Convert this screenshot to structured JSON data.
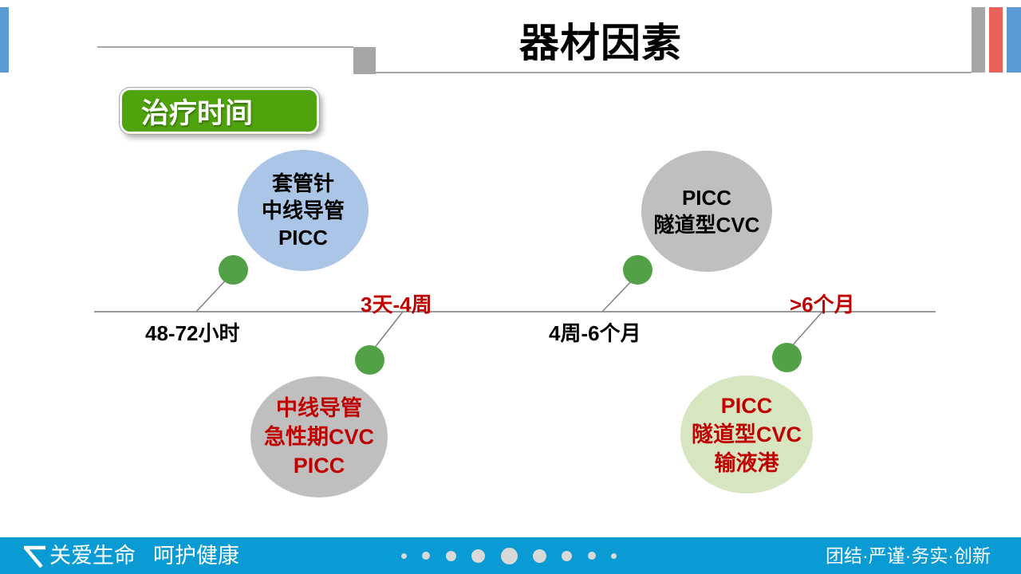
{
  "header": {
    "title": "器材因素"
  },
  "badge": {
    "label": "治疗时间"
  },
  "nodes": [
    {
      "id": "top-left",
      "lines": [
        "套管针",
        "中线导管",
        "PICC"
      ],
      "fill": "#aac5e5",
      "text_color": "#000000"
    },
    {
      "id": "top-right",
      "lines": [
        "PICC",
        "隧道型CVC"
      ],
      "fill": "#bfbfbf",
      "text_color": "#000000"
    },
    {
      "id": "bottom-left",
      "lines": [
        "中线导管",
        "急性期CVC",
        "PICC"
      ],
      "fill": "#bfbfbf",
      "text_color": "#c00000"
    },
    {
      "id": "bottom-right",
      "lines": [
        "PICC",
        "隧道型CVC",
        "输液港"
      ],
      "fill": "#d8e5c1",
      "text_color": "#c00000"
    }
  ],
  "timeline": {
    "labels": [
      {
        "text": "48-72小时",
        "color": "#000000",
        "side": "below"
      },
      {
        "text": "3天-4周",
        "color": "#c00000",
        "side": "above"
      },
      {
        "text": "4周-6个月",
        "color": "#000000",
        "side": "below"
      },
      {
        "text": ">6个月",
        "color": "#c00000",
        "side": "above"
      }
    ]
  },
  "footer": {
    "slogan_left_1": "关爱生命",
    "slogan_left_2": "呵护健康",
    "slogan_right": "团结·严谨·务实·创新",
    "dots_count": 9
  },
  "colors": {
    "accent_blue": "#5b9bd5",
    "accent_red": "#e9635c",
    "accent_gray": "#a6a6a6",
    "badge_green": "#4fa30d",
    "marker_green": "#53a146",
    "node_blue": "#aac5e5",
    "node_gray": "#bfbfbf",
    "node_light_green": "#d8e5c1",
    "red_text": "#c00000",
    "footer_blue": "#0a9bd5",
    "footer_dot_gray": "#d9d9d9"
  }
}
